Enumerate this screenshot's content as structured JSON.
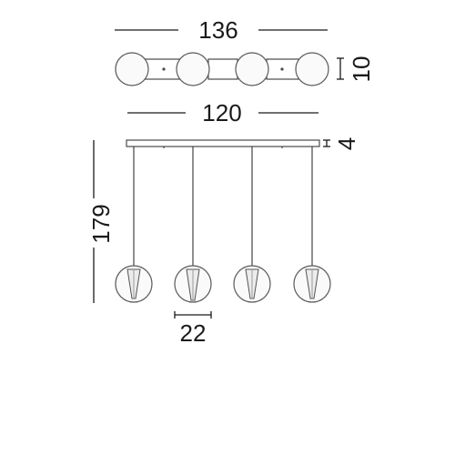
{
  "dimensions": {
    "overall_length": "136",
    "body_height": "10",
    "canopy_length": "120",
    "canopy_thickness": "4",
    "total_drop": "179",
    "globe_diameter": "22"
  },
  "icons": {
    "globe": "glass-globe-icon",
    "canopy_bar": "ceiling-canopy-bar",
    "cone": "crystal-cone-icon"
  },
  "colors": {
    "line": "#1a1a1a",
    "outline": "#4a4a4a",
    "background": "#ffffff"
  }
}
